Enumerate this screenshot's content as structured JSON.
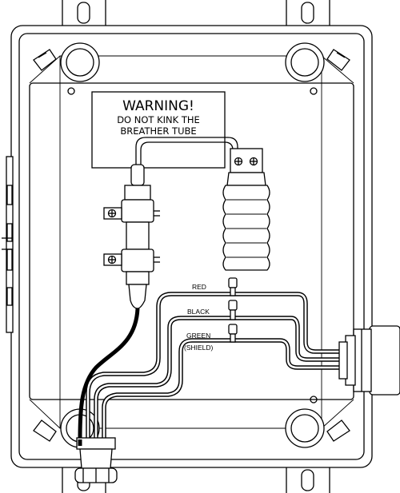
{
  "warning": {
    "title": "WARNING!",
    "line1": "DO NOT KINK THE",
    "line2": "BREATHER TUBE"
  },
  "wire_labels": {
    "red": "RED",
    "black": "BLACK",
    "green": "GREEN",
    "shield": "(SHIELD)"
  },
  "colors": {
    "line": "#000000",
    "background": "#ffffff"
  }
}
